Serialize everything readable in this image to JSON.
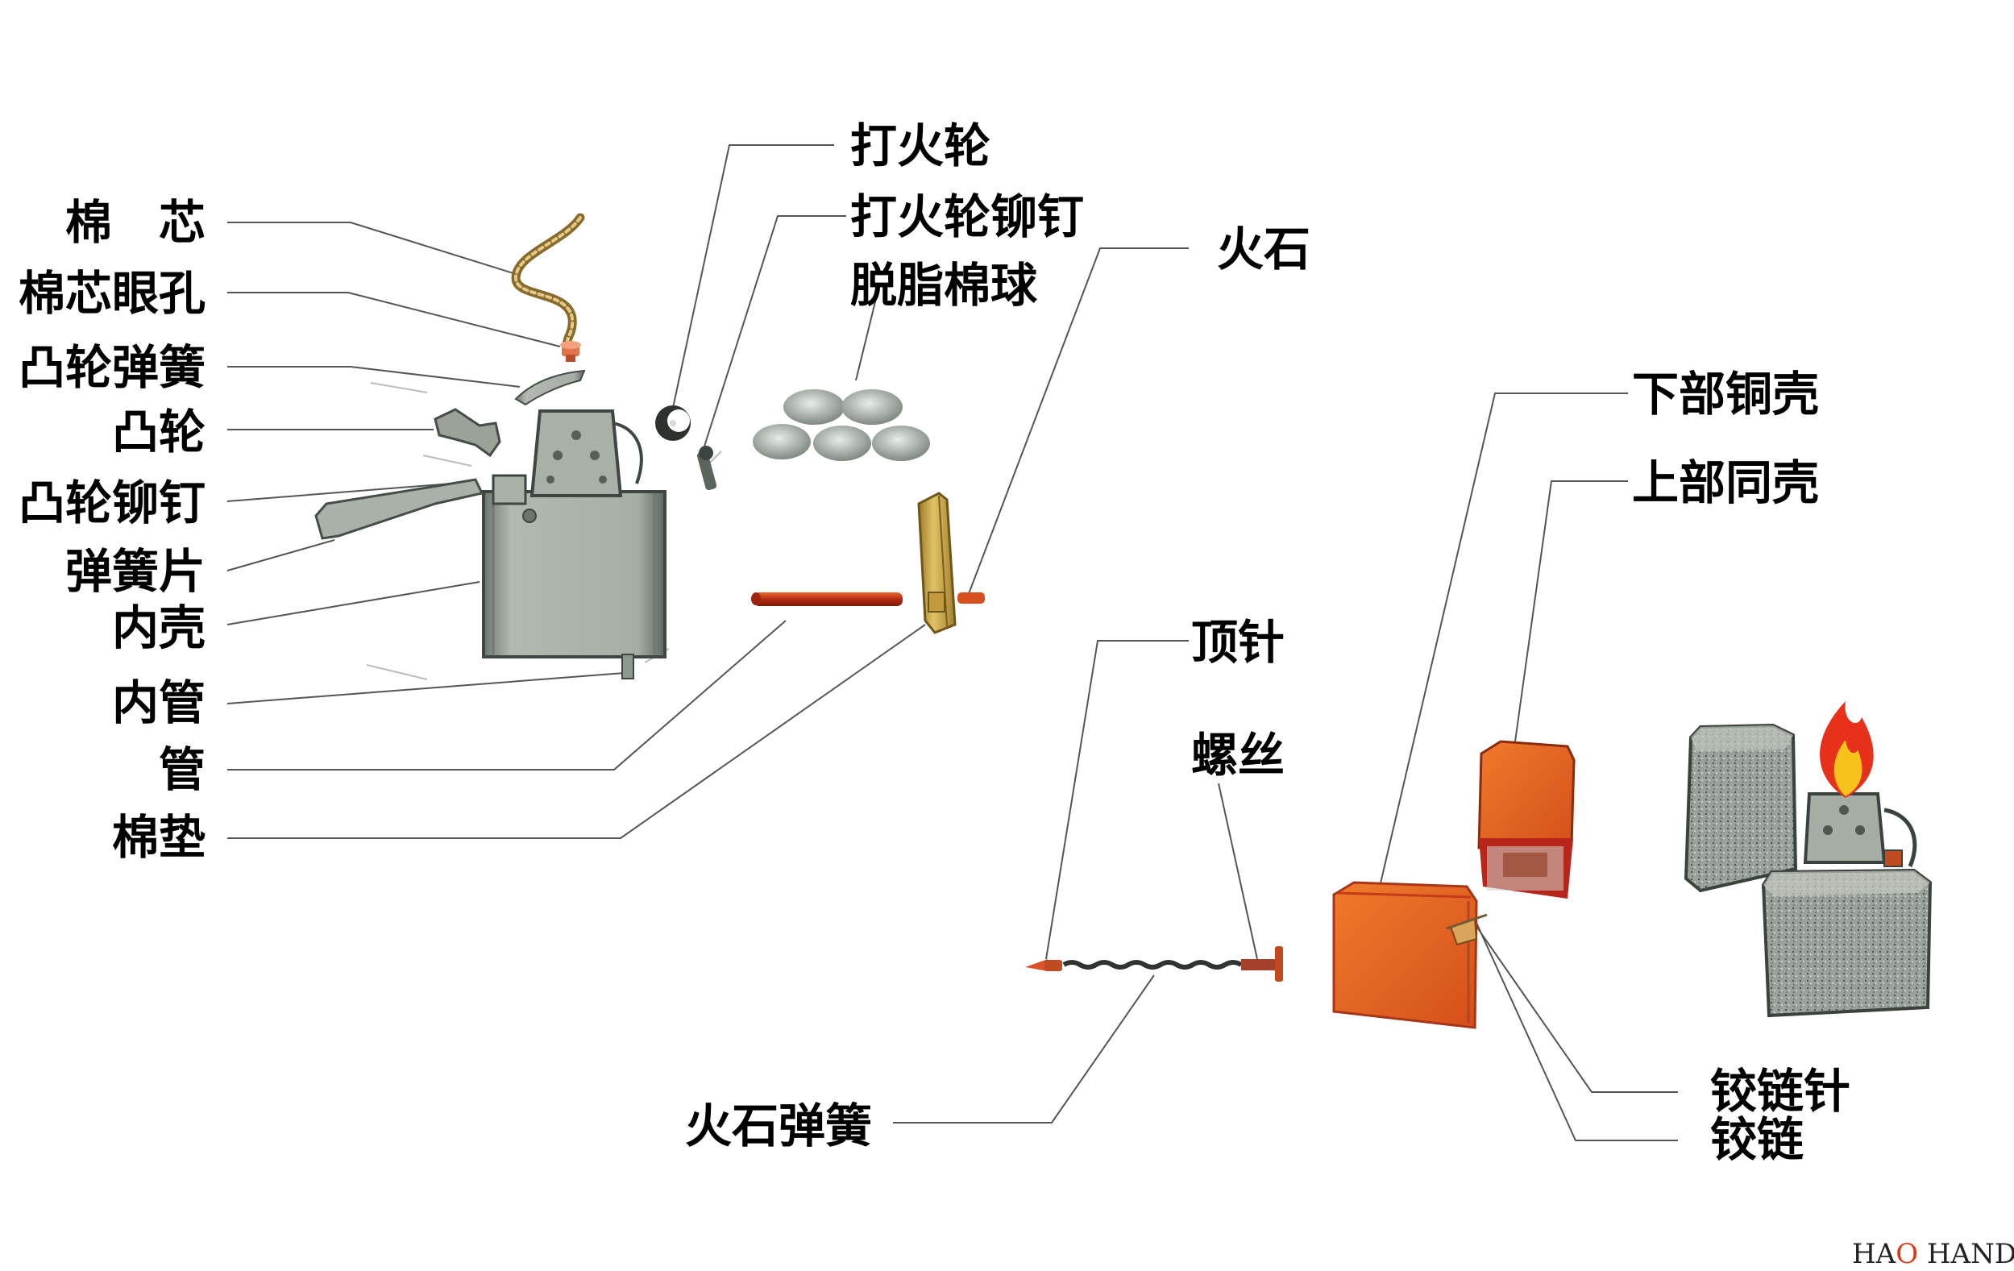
{
  "labels": {
    "wick": "棉　芯",
    "wick_eyelet": "棉芯眼孔",
    "cam_spring": "凸轮弹簧",
    "cam": "凸轮",
    "cam_rivet": "凸轮铆钉",
    "spring_plate": "弹簧片",
    "inner_case": "内壳",
    "inner_tube": "内管",
    "tube": "管",
    "felt_pad": "棉垫",
    "flint_wheel": "打火轮",
    "flint_wheel_rivet": "打火轮铆钉",
    "cotton_balls": "脱脂棉球",
    "flint": "火石",
    "bottom_shell": "下部铜壳",
    "top_shell": "上部同壳",
    "push_pin": "顶针",
    "screw": "螺丝",
    "flint_spring": "火石弹簧",
    "hinge_pin": "铰链针",
    "hinge": "铰链"
  },
  "logo": {
    "left": "HA",
    "mid": "O",
    "right": "HAND"
  },
  "colors": {
    "leader_line": "#555555",
    "steel": "#9fa79f",
    "steel_dark": "#4b534c",
    "brass": "#c9a443",
    "copper_orange": "#e2611e",
    "copper_red": "#c41f16",
    "flame_yellow": "#f6c21b"
  }
}
